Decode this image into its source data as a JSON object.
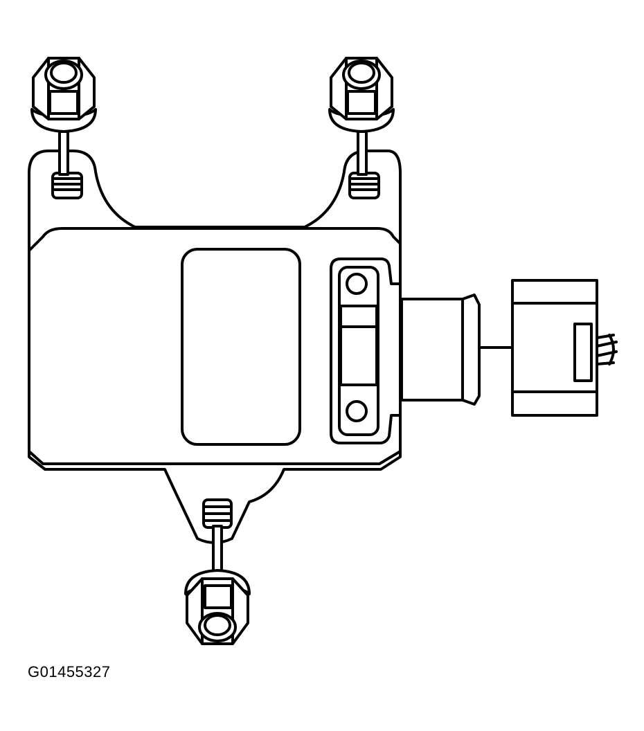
{
  "figure": {
    "id_label": "G01455327",
    "colors": {
      "line": "#000000",
      "background": "#ffffff"
    }
  },
  "parts": {
    "module": "control-module",
    "window": "label-window",
    "connector": "electrical-connector",
    "fasteners": [
      "nut-top-left",
      "nut-top-right",
      "nut-bottom"
    ]
  }
}
